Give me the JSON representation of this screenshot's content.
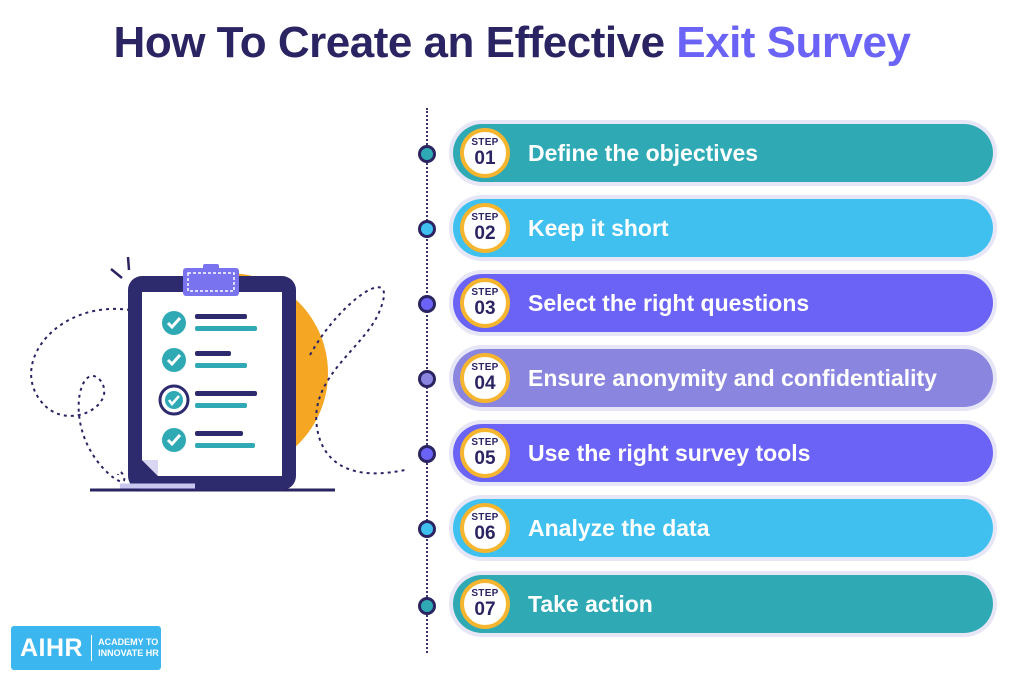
{
  "title": {
    "main": "How To Create an Effective ",
    "accent": "Exit Survey"
  },
  "step_label": "STEP",
  "steps": [
    {
      "number": "01",
      "text": "Define the objectives",
      "color": "#2fa9b4",
      "dot": "#2fa9b4"
    },
    {
      "number": "02",
      "text": "Keep it short",
      "color": "#3fc0ef",
      "dot": "#3fc0ef"
    },
    {
      "number": "03",
      "text": "Select the right questions",
      "color": "#6b63f5",
      "dot": "#6b63f5"
    },
    {
      "number": "04",
      "text": "Ensure anonymity and confidentiality",
      "color": "#8a86e0",
      "dot": "#8a86e0"
    },
    {
      "number": "05",
      "text": "Use the right survey tools",
      "color": "#6b63f5",
      "dot": "#6b63f5"
    },
    {
      "number": "06",
      "text": "Analyze the data",
      "color": "#3fc0ef",
      "dot": "#3fc0ef"
    },
    {
      "number": "07",
      "text": "Take action",
      "color": "#2fa9b4",
      "dot": "#2fa9b4"
    }
  ],
  "logo": {
    "mark": "AIHR",
    "line1": "ACADEMY TO",
    "line2": "INNOVATE HR"
  },
  "colors": {
    "navy": "#2b2463",
    "accent": "#6b63f5",
    "orange": "#f5a623",
    "teal": "#2fa9b4",
    "border": "#e7e6f7"
  }
}
